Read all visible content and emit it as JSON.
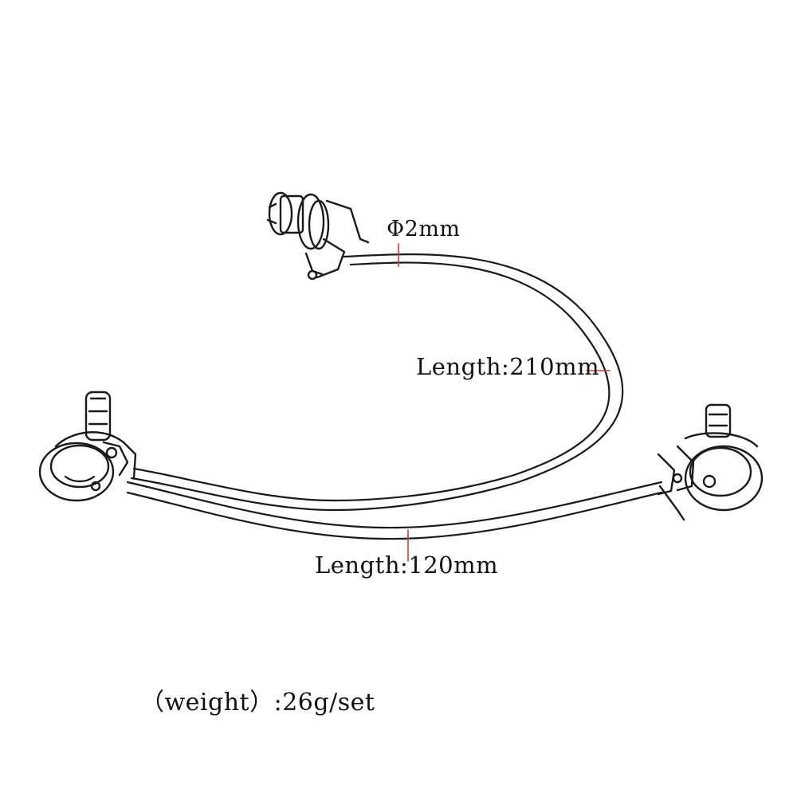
{
  "labels": {
    "diameter": "Φ2mm",
    "length_long": "Length:210mm",
    "length_short": "Length:120mm",
    "weight": "（weight）:26g/set"
  },
  "colors": {
    "sketch": "#1a1a1a",
    "dimension_marker": "#d23b3b",
    "background": "#ffffff"
  },
  "parts": {
    "jack": "output-jack-icon",
    "pot_left": "potentiometer-icon",
    "pot_right": "potentiometer-icon"
  }
}
